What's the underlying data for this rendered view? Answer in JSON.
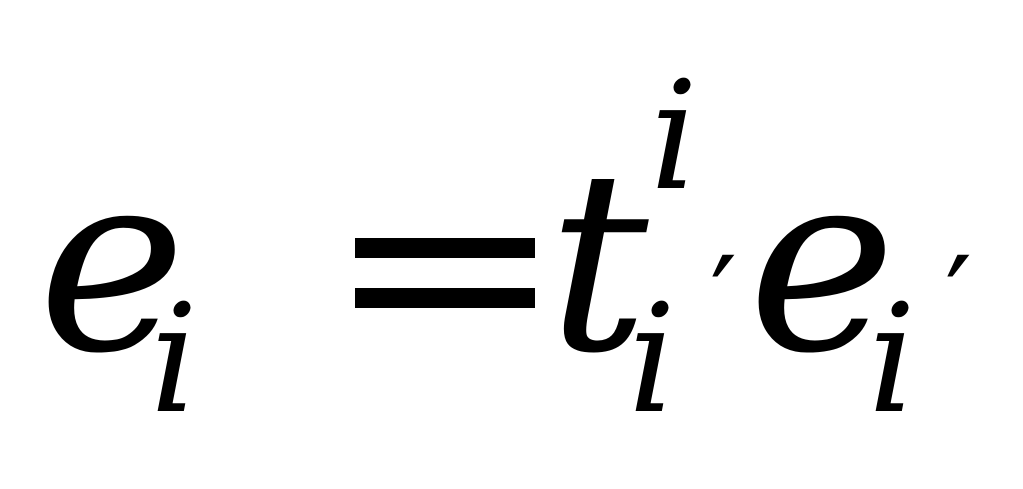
{
  "formula": {
    "lhs_base": "e",
    "lhs_sub": "i",
    "equals": "=",
    "t_base": "t",
    "t_sup": "i",
    "t_sub": "i",
    "t_prime": "′",
    "e_base": "e",
    "e_sub": "i",
    "e_prime": "′"
  }
}
